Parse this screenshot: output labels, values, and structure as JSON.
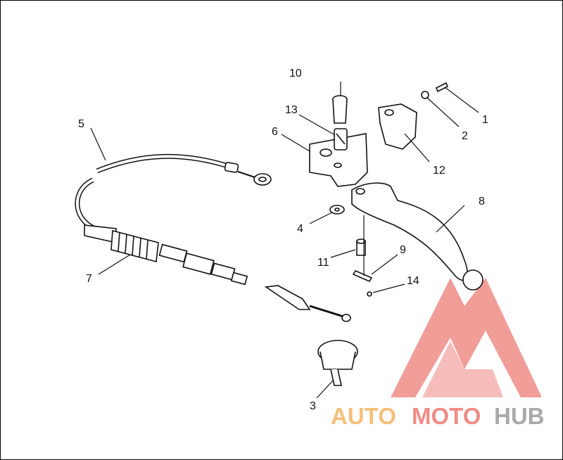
{
  "diagram": {
    "callouts": [
      {
        "id": "1",
        "label": "1"
      },
      {
        "id": "2",
        "label": "2"
      },
      {
        "id": "3",
        "label": "3"
      },
      {
        "id": "4",
        "label": "4"
      },
      {
        "id": "5",
        "label": "5"
      },
      {
        "id": "6",
        "label": "6"
      },
      {
        "id": "7",
        "label": "7"
      },
      {
        "id": "8",
        "label": "8"
      },
      {
        "id": "9",
        "label": "9"
      },
      {
        "id": "10",
        "label": "10"
      },
      {
        "id": "11",
        "label": "11"
      },
      {
        "id": "12",
        "label": "12"
      },
      {
        "id": "13",
        "label": "13"
      },
      {
        "id": "14",
        "label": "14"
      }
    ]
  },
  "watermark": {
    "part1": "AUTO",
    "part2": "MOTO",
    "part3": "HUB",
    "colors": {
      "auto": "#f5c07a",
      "moto": "#ef8c87",
      "hub": "#a9a9a9",
      "logo": "#ef8c87"
    }
  }
}
